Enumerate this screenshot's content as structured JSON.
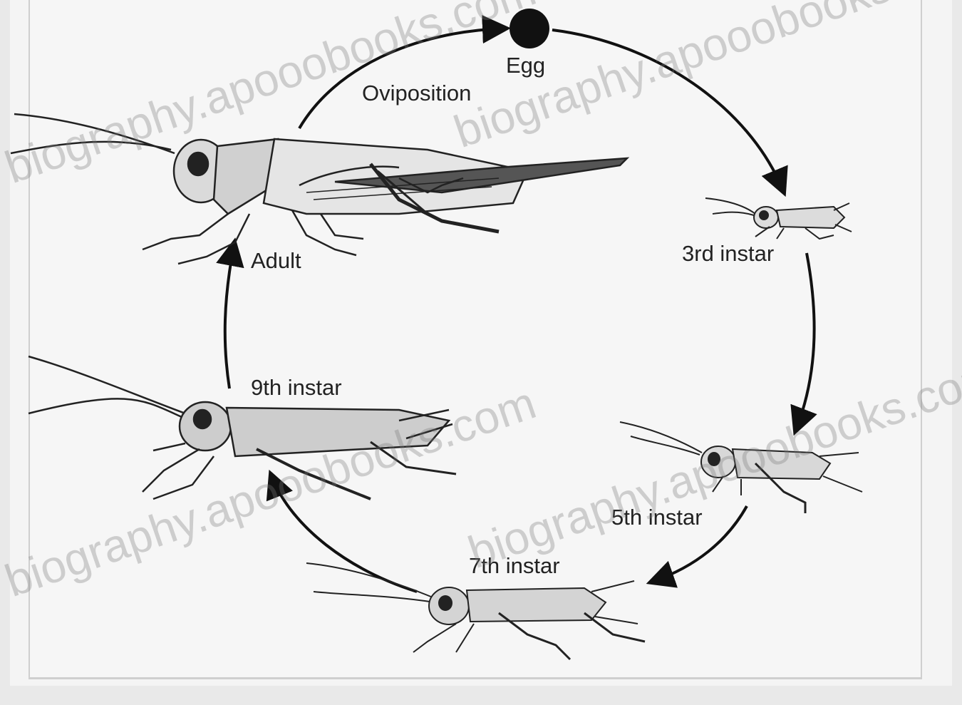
{
  "stages": {
    "egg": "Egg",
    "oviposition": "Oviposition",
    "third_instar": "3rd instar",
    "fifth_instar": "5th instar",
    "seventh_instar": "7th instar",
    "ninth_instar": "9th instar",
    "adult": "Adult"
  },
  "watermarks": [
    "biography.apooobooks.com",
    "biography.apooobooks.com",
    "biography.apooobooks.com",
    "biography.apooobooks.com"
  ]
}
